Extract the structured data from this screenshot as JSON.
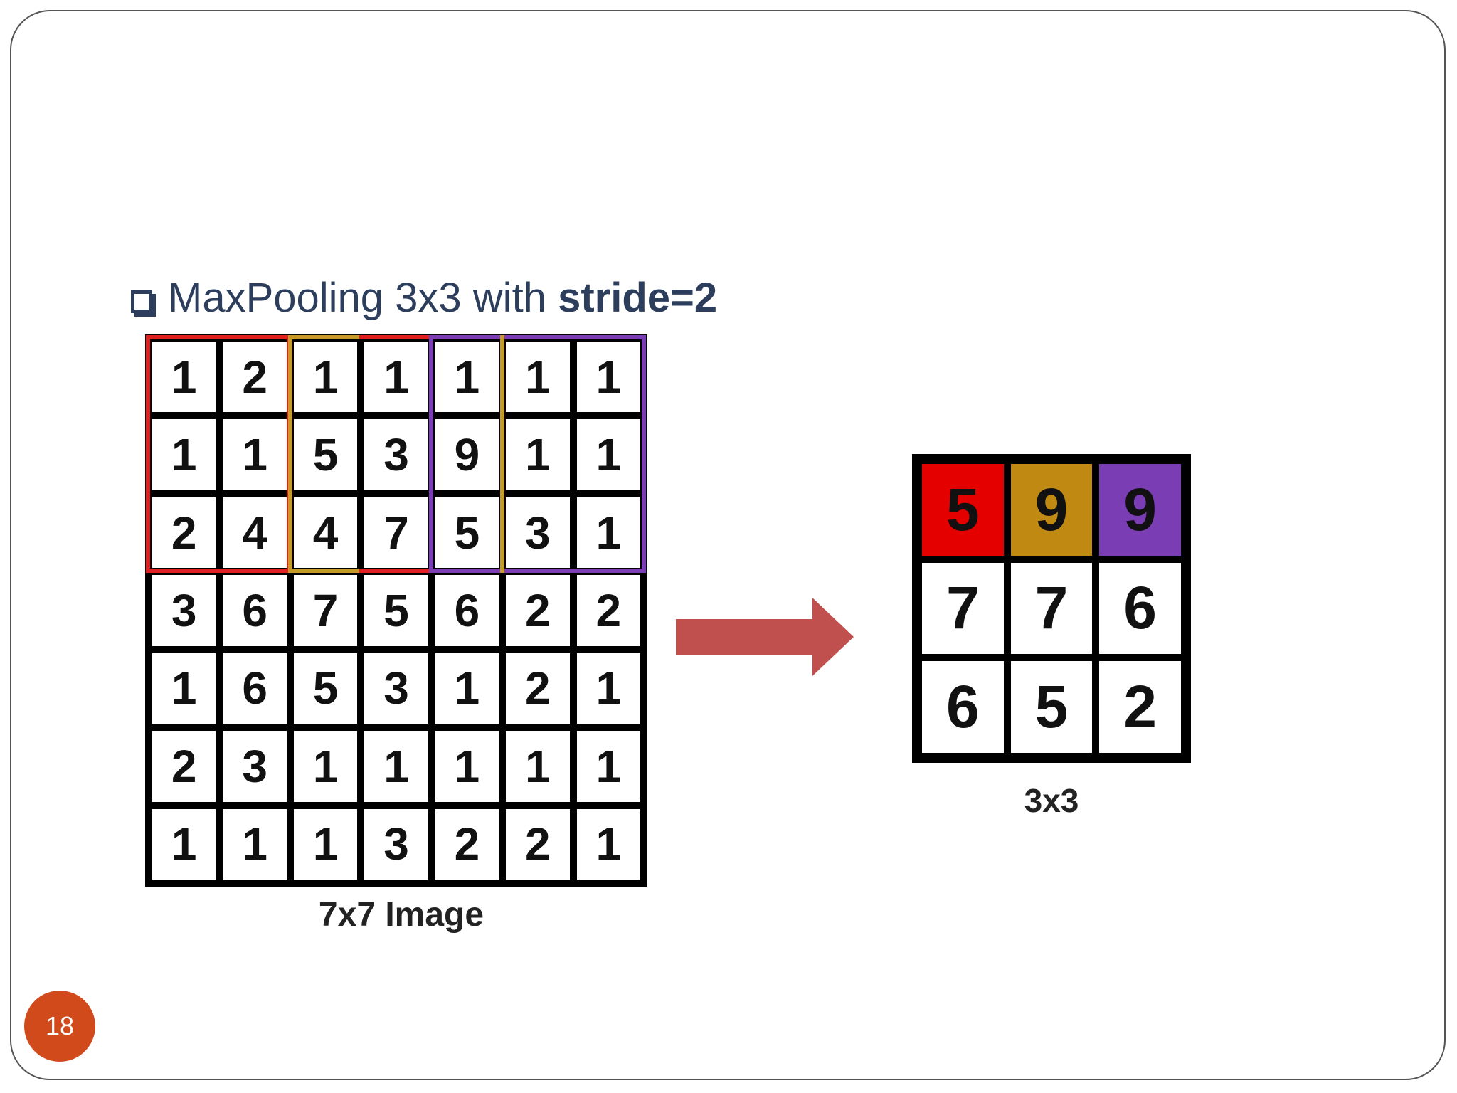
{
  "heading": {
    "prefix": "MaxPooling 3x3 with ",
    "bold": "stride=2"
  },
  "input": {
    "caption": "7x7 Image",
    "rows": [
      [
        "1",
        "2",
        "1",
        "1",
        "1",
        "1",
        "1"
      ],
      [
        "1",
        "1",
        "5",
        "3",
        "9",
        "1",
        "1"
      ],
      [
        "2",
        "4",
        "4",
        "7",
        "5",
        "3",
        "1"
      ],
      [
        "3",
        "6",
        "7",
        "5",
        "6",
        "2",
        "2"
      ],
      [
        "1",
        "6",
        "5",
        "3",
        "1",
        "2",
        "1"
      ],
      [
        "2",
        "3",
        "1",
        "1",
        "1",
        "1",
        "1"
      ],
      [
        "1",
        "1",
        "1",
        "3",
        "2",
        "2",
        "1"
      ]
    ]
  },
  "output": {
    "caption": "3x3",
    "rows": [
      [
        "5",
        "9",
        "9"
      ],
      [
        "7",
        "7",
        "6"
      ],
      [
        "6",
        "5",
        "2"
      ]
    ],
    "highlight_colors": [
      "#e50000",
      "#c08a12",
      "#7a3db3"
    ]
  },
  "window_colors": {
    "first": "#e02020",
    "second": "#c59a26",
    "third": "#7a3db3"
  },
  "arrow_color": "#c0504d",
  "slide_number": "18",
  "slide_number_color": "#d14a1c"
}
